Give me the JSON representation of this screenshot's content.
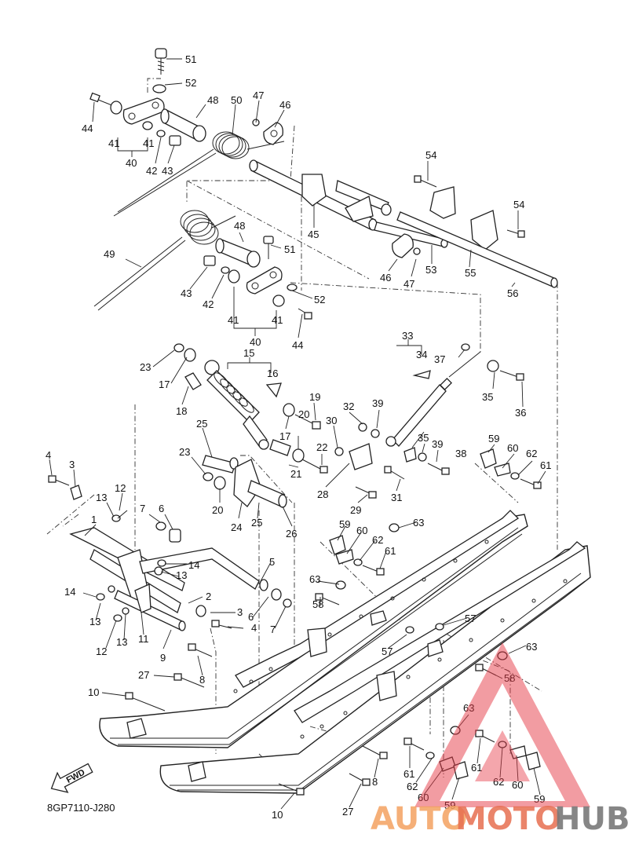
{
  "diagram": {
    "code": "8GP7110-J280",
    "fwd_label": "FWD",
    "callouts": [
      "51",
      "52",
      "44",
      "48",
      "50",
      "47",
      "46",
      "41",
      "41",
      "40",
      "42",
      "43",
      "54",
      "54",
      "45",
      "49",
      "48",
      "51",
      "46",
      "47",
      "53",
      "55",
      "56",
      "43",
      "42",
      "41",
      "41",
      "40",
      "52",
      "44",
      "33",
      "34",
      "37",
      "15",
      "16",
      "23",
      "17",
      "18",
      "19",
      "17",
      "35",
      "36",
      "32",
      "39",
      "30",
      "20",
      "25",
      "22",
      "35",
      "39",
      "59",
      "60",
      "62",
      "61",
      "23",
      "21",
      "38",
      "4",
      "3",
      "12",
      "28",
      "31",
      "20",
      "13",
      "7",
      "6",
      "24",
      "25",
      "26",
      "29",
      "63",
      "1",
      "59",
      "60",
      "62",
      "61",
      "5",
      "14",
      "13",
      "14",
      "2",
      "6",
      "7",
      "63",
      "3",
      "4",
      "13",
      "58",
      "57",
      "11",
      "12",
      "13",
      "9",
      "57",
      "63",
      "8",
      "58",
      "27",
      "10",
      "63",
      "61",
      "8",
      "61",
      "62",
      "62",
      "60",
      "60",
      "59",
      "59",
      "10",
      "27"
    ],
    "watermark": {
      "part1": "AUTO",
      "part2": "MOTO",
      "part3": "HUB"
    }
  }
}
